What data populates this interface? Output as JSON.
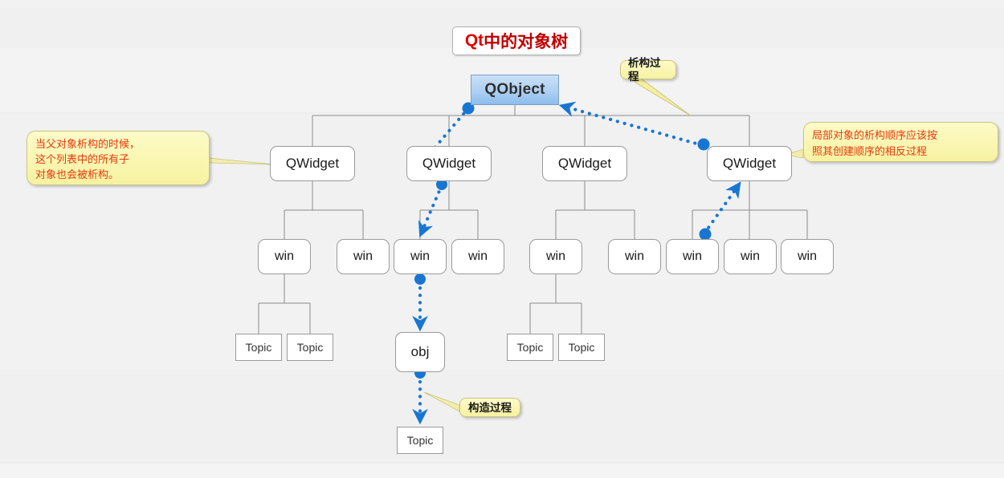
{
  "title": {
    "prefix": "Qt",
    "rest": " 中的对象树",
    "full": "Qt 中的对象树"
  },
  "colors": {
    "background": "#f1f1f2",
    "title_text": "#c00000",
    "note_fill": "#f9f4a8",
    "note_text": "#e8380d",
    "qobject_fill": "#aed0f2",
    "flow_arrow": "#1876d2",
    "tree_line": "#8a8a8a",
    "node_border": "#9a9a9a"
  },
  "notes": {
    "destruct_children": {
      "text": "当父对象析构的时候，\n这个列表中的所有子\n对象也会被析构。",
      "style": "red"
    },
    "destruct_order": {
      "text": "局部对象的析构顺序应该按\n照其创建顺序的相反过程",
      "style": "red"
    },
    "destruct_process": {
      "text": "析构过程",
      "style": "black"
    },
    "construct_process": {
      "text": "构造过程",
      "style": "black"
    }
  },
  "nodes": {
    "root": {
      "label": "QObject"
    },
    "widgets": [
      {
        "label": "QWidget"
      },
      {
        "label": "QWidget"
      },
      {
        "label": "QWidget"
      },
      {
        "label": "QWidget"
      }
    ],
    "wins": [
      {
        "label": "win"
      },
      {
        "label": "win"
      },
      {
        "label": "win"
      },
      {
        "label": "win"
      },
      {
        "label": "win"
      },
      {
        "label": "win"
      },
      {
        "label": "win"
      },
      {
        "label": "win"
      },
      {
        "label": "win"
      }
    ],
    "topics": [
      {
        "label": "Topic"
      },
      {
        "label": "Topic"
      },
      {
        "label": "Topic"
      },
      {
        "label": "Topic"
      },
      {
        "label": "Topic"
      }
    ],
    "obj": {
      "label": "obj"
    }
  },
  "flow": {
    "destruction_label": "析构过程",
    "construction_label": "构造过程",
    "steps": [
      "QObject → QWidget",
      "QWidget → win",
      "win → obj",
      "obj → Topic",
      "win → QWidget",
      "QWidget → QObject"
    ]
  }
}
